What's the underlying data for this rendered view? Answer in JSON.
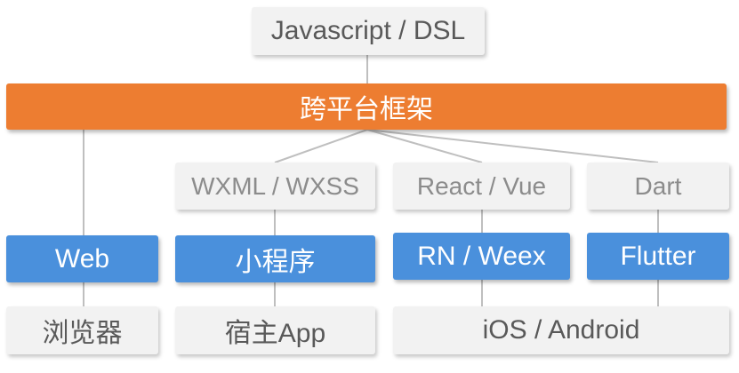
{
  "top": {
    "language": "Javascript / DSL"
  },
  "framework": {
    "label": "跨平台框架"
  },
  "dsls": {
    "miniprogram": "WXML / WXSS",
    "react": "React / Vue",
    "dart": "Dart"
  },
  "platforms": {
    "web": "Web",
    "miniprogram": "小程序",
    "rn": "RN / Weex",
    "flutter": "Flutter"
  },
  "hosts": {
    "browser": "浏览器",
    "host_app": "宿主App",
    "os": "iOS / Android"
  },
  "colors": {
    "orange": "#ed7d31",
    "blue": "#4a90dc",
    "gray_box": "#f2f2f2",
    "connector": "#bfbfbf"
  }
}
